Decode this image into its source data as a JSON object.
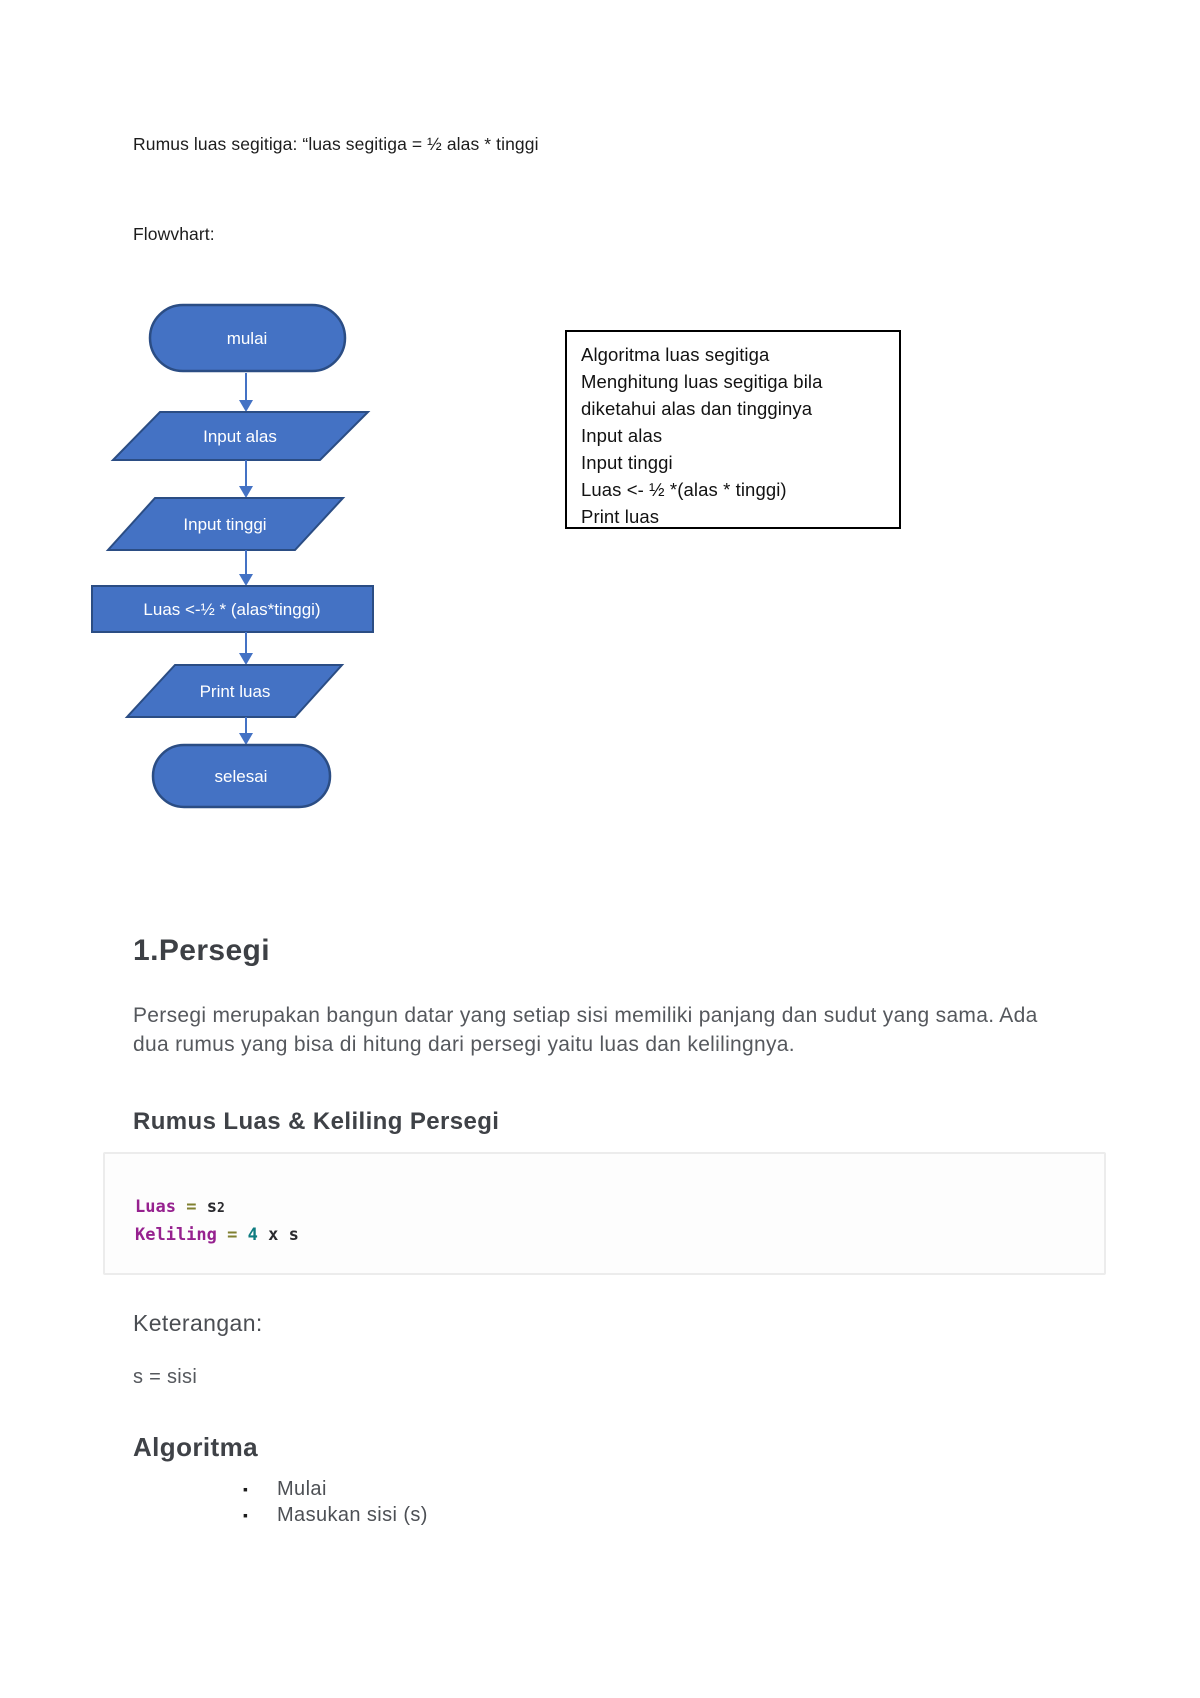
{
  "document": {
    "intro_line": "Rumus luas segitiga: “luas segitiga = ½ alas * tinggi",
    "flowchart_caption": "Flowvhart:"
  },
  "flowchart": {
    "start": "mulai",
    "input_alas": "Input alas",
    "input_tinggi": "Input tinggi",
    "process": "Luas <-½  * (alas*tinggi)",
    "print": "Print luas",
    "end": "selesai",
    "fill_color": "#4472C4",
    "border_color": "#2B4D84",
    "arrow_color": "#4472C4"
  },
  "algorithm_box": {
    "line1": "Algoritma luas segitiga",
    "line2": "Menghitung luas segitiga bila",
    "line3": "diketahui alas dan tingginya",
    "line4": "Input alas",
    "line5": "Input tinggi",
    "line6": "Luas <- ½ *(alas * tinggi)",
    "line7": "Print luas"
  },
  "persegi_section": {
    "heading": "1.Persegi",
    "paragraph": "Persegi merupakan bangun datar yang setiap sisi memiliki panjang dan sudut yang sama. Ada dua rumus yang bisa di hitung dari persegi yaitu luas dan kelilingnya.",
    "formula_heading": "Rumus Luas & Keliling Persegi",
    "code_block": {
      "luas_keyword": "Luas",
      "luas_operator": "=",
      "luas_value": "s",
      "luas_exponent": "2",
      "keliling_keyword": "Keliling",
      "keliling_operator": "=",
      "keliling_number": "4",
      "keliling_rest": "x s",
      "keyword_color": "#96218f",
      "operator_color": "#808030",
      "number_color": "#0e7c80"
    },
    "keterangan_heading": "Keterangan:",
    "keterangan_body": "s = sisi",
    "algoritma_heading": "Algoritma",
    "bullet_1": "Mulai",
    "bullet_2": "Masukan sisi (s)"
  }
}
